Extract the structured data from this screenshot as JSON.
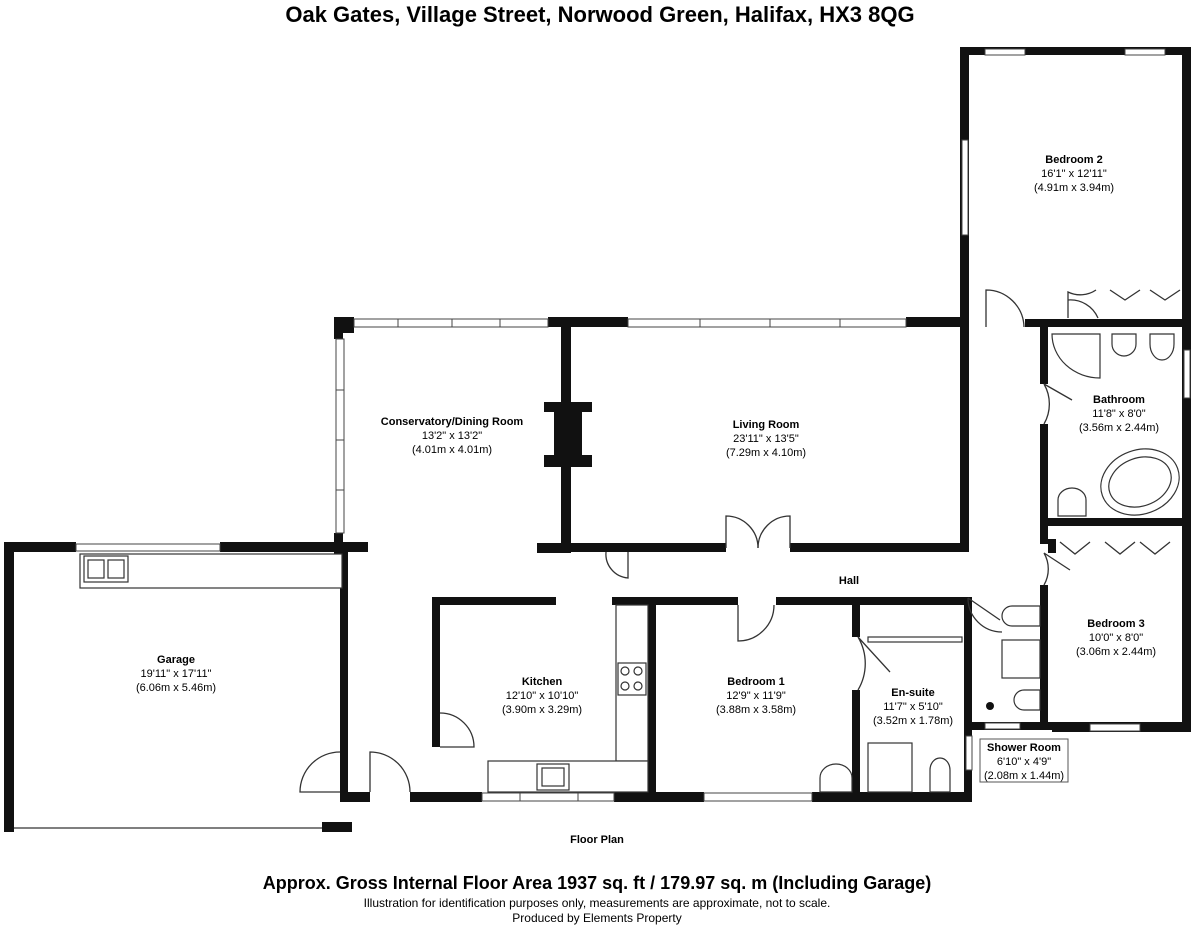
{
  "header": {
    "title": "Oak Gates, Village Street, Norwood Green, Halifax, HX3 8QG"
  },
  "rooms": [
    {
      "id": "bedroom2",
      "name": "Bedroom 2",
      "imperial": "16'1\" x 12'11\"",
      "metric": "(4.91m x 3.94m)"
    },
    {
      "id": "conservatory",
      "name": "Conservatory/Dining Room",
      "imperial": "13'2\" x 13'2\"",
      "metric": "(4.01m x 4.01m)"
    },
    {
      "id": "living",
      "name": "Living Room",
      "imperial": "23'11\" x 13'5\"",
      "metric": "(7.29m x 4.10m)"
    },
    {
      "id": "bathroom",
      "name": "Bathroom",
      "imperial": "11'8\" x 8'0\"",
      "metric": "(3.56m x 2.44m)"
    },
    {
      "id": "garage",
      "name": "Garage",
      "imperial": "19'11\" x 17'11\"",
      "metric": "(6.06m x 5.46m)"
    },
    {
      "id": "kitchen",
      "name": "Kitchen",
      "imperial": "12'10\" x 10'10\"",
      "metric": "(3.90m x 3.29m)"
    },
    {
      "id": "bedroom1",
      "name": "Bedroom 1",
      "imperial": "12'9\" x 11'9\"",
      "metric": "(3.88m x 3.58m)"
    },
    {
      "id": "ensuite",
      "name": "En-suite",
      "imperial": "11'7\" x 5'10\"",
      "metric": "(3.52m x 1.78m)"
    },
    {
      "id": "bedroom3",
      "name": "Bedroom 3",
      "imperial": "10'0\" x 8'0\"",
      "metric": "(3.06m x 2.44m)"
    },
    {
      "id": "shower",
      "name": "Shower Room",
      "imperial": "6'10\" x 4'9\"",
      "metric": "(2.08m x 1.44m)"
    }
  ],
  "hall": {
    "name": "Hall"
  },
  "plan_label": "Floor Plan",
  "footer": {
    "area": "Approx. Gross Internal Floor Area 1937 sq. ft / 179.97 sq. m (Including Garage)",
    "disclaimer": "Illustration for identification purposes only, measurements are approximate, not to scale.",
    "credit": "Produced by Elements Property"
  }
}
